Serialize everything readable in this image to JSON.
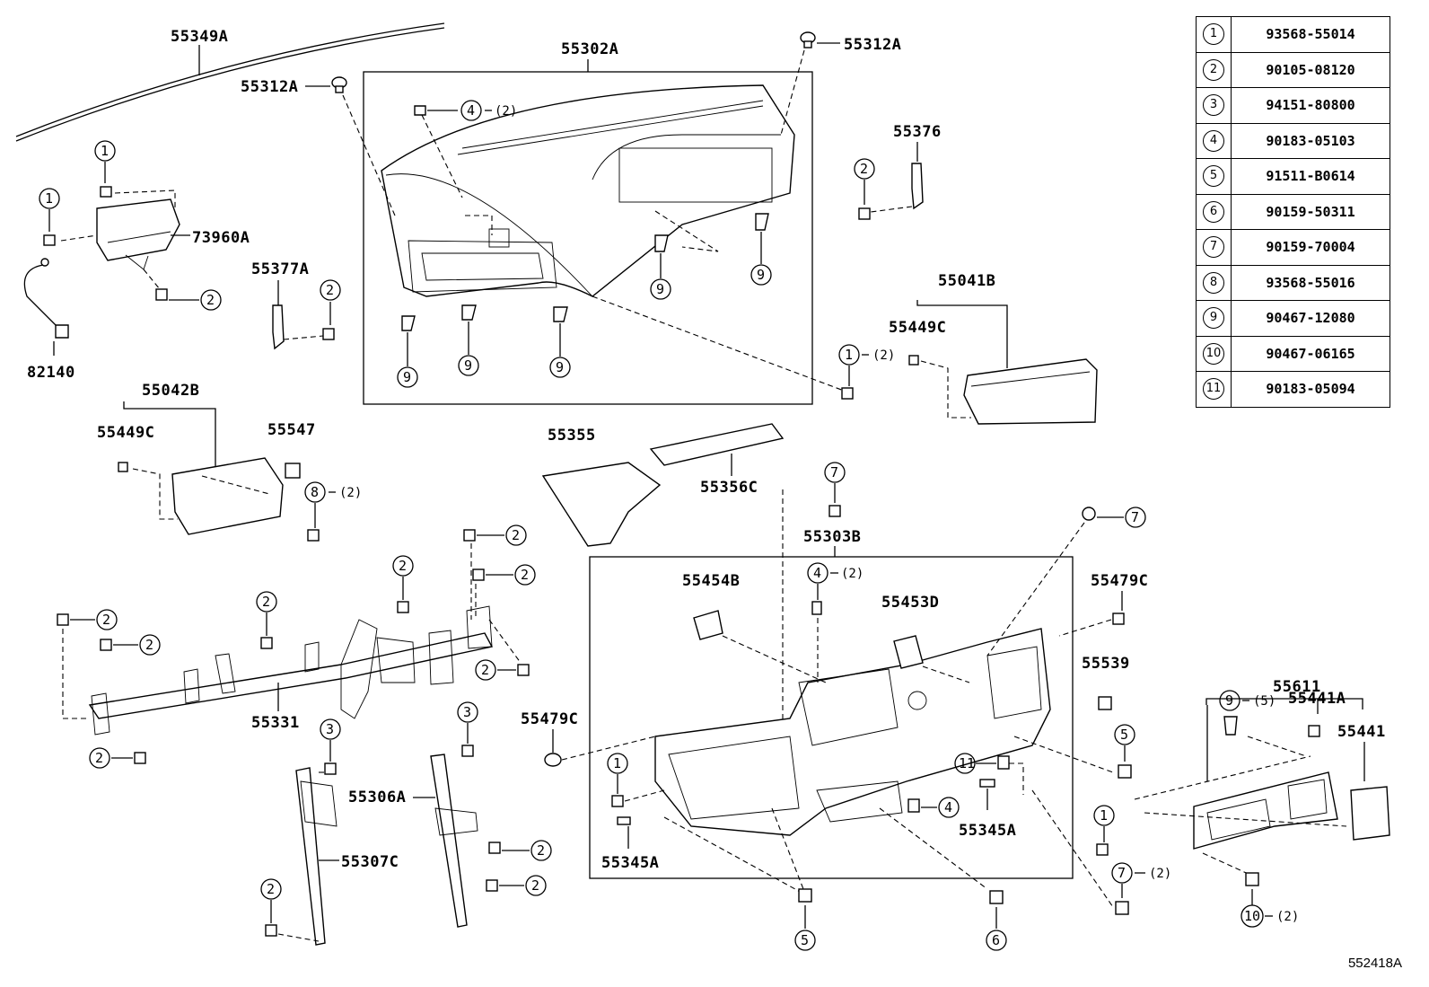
{
  "part_labels": {
    "p55349A": "55349A",
    "p55302A": "55302A",
    "p55312A_left": "55312A",
    "p55312A_right": "55312A",
    "p55376": "55376",
    "p73960A": "73960A",
    "p55377A": "55377A",
    "p82140": "82140",
    "p55041B": "55041B",
    "p55449C_right": "55449C",
    "p55042B": "55042B",
    "p55449C_left": "55449C",
    "p55547": "55547",
    "p55355": "55355",
    "p55356C": "55356C",
    "p55303B": "55303B",
    "p55454B": "55454B",
    "p55453D": "55453D",
    "p55479C_right": "55479C",
    "p55479C_left": "55479C",
    "p55539": "55539",
    "p55611": "55611",
    "p55441A": "55441A",
    "p55441": "55441",
    "p55331": "55331",
    "p55306A": "55306A",
    "p55307C": "55307C",
    "p55345A_right": "55345A",
    "p55345A_left": "55345A"
  },
  "quantities": {
    "q4_top": "(2)",
    "q1_mid": "(2)",
    "q8": "(2)",
    "q4_mid": "(2)",
    "q7_right": "(2)",
    "q9_box": "(5)",
    "q10": "(2)"
  },
  "legend": [
    {
      "ref": "1",
      "part_number": "93568-55014"
    },
    {
      "ref": "2",
      "part_number": "90105-08120"
    },
    {
      "ref": "3",
      "part_number": "94151-80800"
    },
    {
      "ref": "4",
      "part_number": "90183-05103"
    },
    {
      "ref": "5",
      "part_number": "91511-B0614"
    },
    {
      "ref": "6",
      "part_number": "90159-50311"
    },
    {
      "ref": "7",
      "part_number": "90159-70004"
    },
    {
      "ref": "8",
      "part_number": "93568-55016"
    },
    {
      "ref": "9",
      "part_number": "90467-12080"
    },
    {
      "ref": "10",
      "part_number": "90467-06165"
    },
    {
      "ref": "11",
      "part_number": "90183-05094"
    }
  ],
  "diagram_id": "552418A"
}
